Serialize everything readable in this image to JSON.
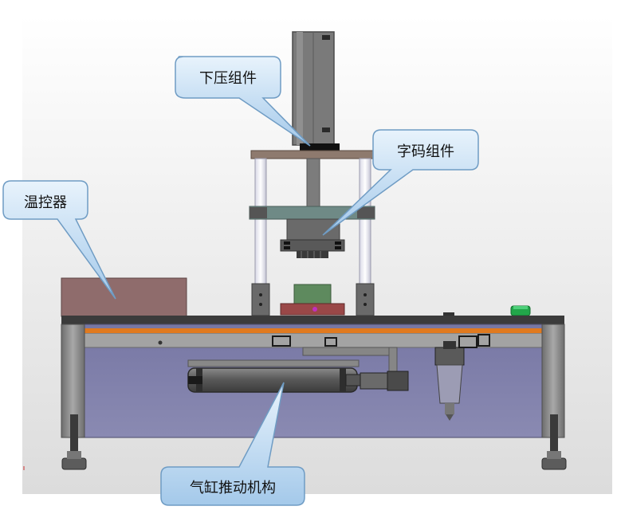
{
  "labels": {
    "press_assembly": "下压组件",
    "code_assembly": "字码组件",
    "temp_controller": "温控器",
    "cylinder_push": "气缸推动机构"
  },
  "colors": {
    "callout_fill_top": "#e4f1fb",
    "callout_fill_bottom": "#9fc6e8",
    "callout_stroke": "#6f9cc4",
    "cabinet_fill": "#8585ad",
    "frame_steel": "#8a8a8a",
    "table_top": "#3a3a3a",
    "orange_rail": "#e07a1f",
    "heater_box": "#8e6b6b",
    "green_button": "#23a64a"
  }
}
